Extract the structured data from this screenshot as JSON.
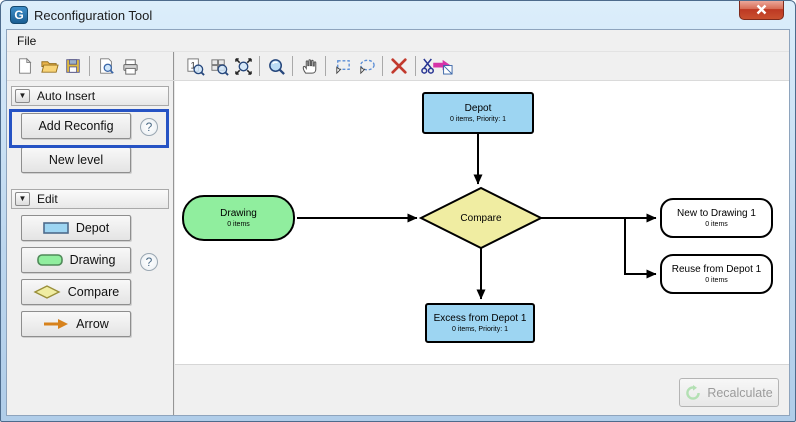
{
  "window": {
    "title": "Reconfiguration Tool"
  },
  "menu": {
    "items": [
      {
        "label": "File"
      }
    ]
  },
  "file_toolbar": {
    "buttons": [
      {
        "name": "new-document"
      },
      {
        "name": "open-folder"
      },
      {
        "name": "save"
      },
      {
        "name": "print-preview"
      },
      {
        "name": "print"
      }
    ]
  },
  "canvas_toolbar": {
    "buttons": [
      {
        "name": "zoom-actual"
      },
      {
        "name": "zoom-fit"
      },
      {
        "name": "zoom-extents"
      },
      {
        "name": "zoom-window"
      },
      {
        "name": "pan"
      },
      {
        "name": "select-rectangle"
      },
      {
        "name": "select-lasso"
      },
      {
        "name": "delete"
      },
      {
        "name": "cut-move"
      }
    ]
  },
  "sidebar": {
    "sections": [
      {
        "header": "Auto Insert",
        "help": "?",
        "buttons": [
          {
            "label": "Add Reconfig"
          },
          {
            "label": "New level"
          }
        ]
      },
      {
        "header": "Edit",
        "help": "?",
        "buttons": [
          {
            "label": "Depot"
          },
          {
            "label": "Drawing"
          },
          {
            "label": "Compare"
          },
          {
            "label": "Arrow"
          }
        ]
      }
    ]
  },
  "flowchart": {
    "nodes": [
      {
        "label": "Depot",
        "sublabel": "0 items, Priority: 1"
      },
      {
        "label": "Drawing",
        "sublabel": "0 items"
      },
      {
        "label": "Compare",
        "sublabel": ""
      },
      {
        "label": "Excess from Depot 1",
        "sublabel": "0 items, Priority: 1"
      },
      {
        "label": "New to Drawing 1",
        "sublabel": "0 items"
      },
      {
        "label": "Reuse from Depot 1",
        "sublabel": "0 items"
      }
    ]
  },
  "footer": {
    "recalculate": "Recalculate"
  },
  "colors": {
    "depot_fill": "#9dd5f2",
    "drawing_fill": "#90ee9e",
    "compare_fill": "#f0eda2",
    "arrow_accent": "#d7821c",
    "highlight_border": "#2653c4",
    "delete_red": "#c23a2e"
  }
}
